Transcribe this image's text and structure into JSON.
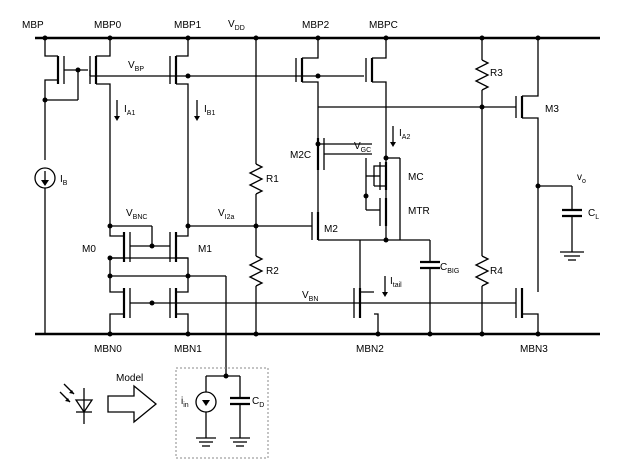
{
  "labels": {
    "mbp": "MBP",
    "mbp0": "MBP0",
    "mbp1": "MBP1",
    "mbp2": "MBP2",
    "mbpc": "MBPC",
    "vdd_main": "V",
    "vdd_sub": "DD",
    "vbp_main": "V",
    "vbp_sub": "BP",
    "ia1_main": "I",
    "ia1_sub": "A1",
    "ib1_main": "I",
    "ib1_sub": "B1",
    "ia2_main": "I",
    "ia2_sub": "A2",
    "r3": "R3",
    "m3": "M3",
    "m2c": "M2C",
    "vgc_main": "V",
    "vgc_sub": "GC",
    "mc": "MC",
    "mtr": "MTR",
    "r1": "R1",
    "ib_main": "I",
    "ib_sub": "B",
    "vo_main": "v",
    "vo_sub": "o",
    "cl_main": "C",
    "cl_sub": "L",
    "vbnc_main": "V",
    "vbnc_sub": "BNC",
    "vi2a_main": "V",
    "vi2a_sub": "I2a",
    "m2": "M2",
    "m0": "M0",
    "m1": "M1",
    "cbig_main": "C",
    "cbig_sub": "BIG",
    "r2": "R2",
    "itail_main": "I",
    "itail_sub": "tail",
    "r4": "R4",
    "vbn_main": "V",
    "vbn_sub": "BN",
    "mbn0": "MBN0",
    "mbn1": "MBN1",
    "mbn2": "MBN2",
    "mbn3": "MBN3",
    "model": "Model",
    "iin_main": "i",
    "iin_sub": "in",
    "cd_main": "C",
    "cd_sub": "D"
  }
}
